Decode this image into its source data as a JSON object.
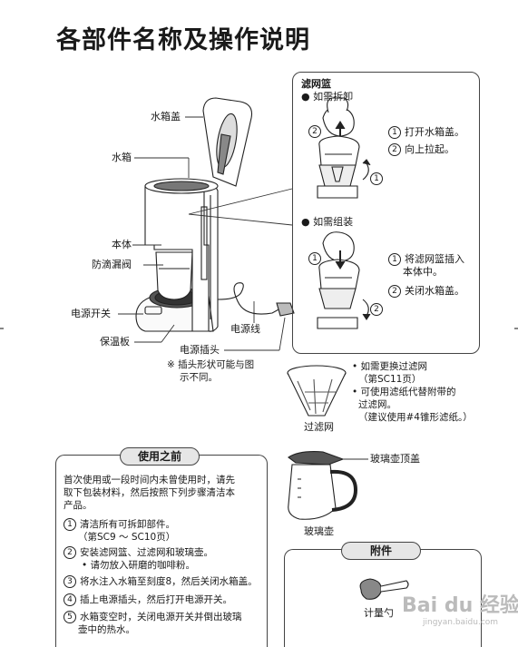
{
  "title": "各部件名称及操作说明",
  "labels": {
    "lid": "水箱盖",
    "tank": "水箱",
    "body": "本体",
    "drip_valve": "防滴漏阀",
    "power_switch": "电源开关",
    "warming_plate": "保温板",
    "power_cord": "电源线",
    "plug": "电源插头",
    "plug_note_1": "※ 插头形状可能与图",
    "plug_note_2": "示不同。",
    "filter": "过滤网",
    "carafe_lid": "玻璃壶顶盖",
    "carafe": "玻璃壶",
    "scoop": "计量勺"
  },
  "basket_panel": {
    "title": "滤网篮",
    "remove_heading": "● 如需拆卸",
    "remove_step1": "打开水箱盖。",
    "remove_step2": "向上拉起。",
    "assemble_heading": "● 如需组装",
    "assemble_step1a": "将滤网篮插入",
    "assemble_step1b": "本体中。",
    "assemble_step2": "关闭水箱盖。",
    "num1": "1",
    "num2": "2"
  },
  "filter_notes": {
    "n1a": "• 如需更换过滤网",
    "n1b": "（第SC11页）",
    "n2a": "• 可使用滤纸代替附带的",
    "n2b": "过滤网。",
    "n2c": "（建议使用#4锥形滤纸。）"
  },
  "before_use": {
    "heading": "使用之前",
    "intro1": "首次使用或一段时间内未曾使用时，请先",
    "intro2": "取下包装材料，然后按照下列步骤清洁本",
    "intro3": "产品。",
    "s1a": "清洁所有可拆卸部件。",
    "s1b": "（第SC9 ～ SC10页）",
    "s2a": "安装滤网篮、过滤网和玻璃壶。",
    "s2b": "• 请勿放入研磨的咖啡粉。",
    "s3": "将水注入水箱至刻度8，然后关闭水箱盖。",
    "s4": "插上电源插头，然后打开电源开关。",
    "s5a": "水箱变空时，关闭电源开关并倒出玻璃",
    "s5b": "壶中的热水。",
    "n1": "1",
    "n2": "2",
    "n3": "3",
    "n4": "4",
    "n5": "5"
  },
  "accessories": {
    "heading": "附件"
  },
  "watermark": {
    "brand": "Bai du 经验",
    "url": "jingyan.baidu.com"
  }
}
